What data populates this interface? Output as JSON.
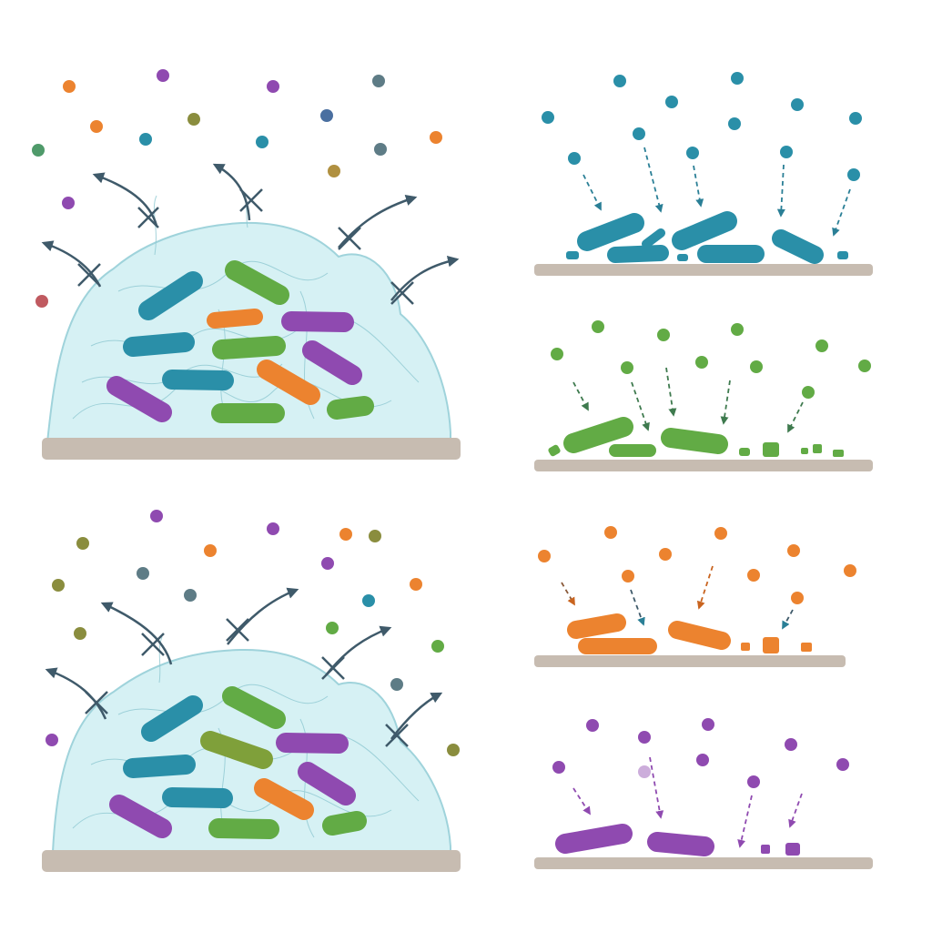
{
  "colors": {
    "teal": "#2a8fa8",
    "green": "#62ab45",
    "orange": "#ec832f",
    "purple": "#8f4ab0",
    "gray_teal": "#5e7c86",
    "olive": "#8a8d3e",
    "surface": "#c7bcb1",
    "matrix_fill": "#cfeef2",
    "matrix_stroke": "#9fd3db",
    "arrow": "#3f5a6a"
  },
  "panels": [
    {
      "id": "biofilm-top",
      "kind": "biofilm"
    },
    {
      "id": "biofilm-bottom",
      "kind": "biofilm"
    },
    {
      "id": "planktonic-teal",
      "kind": "planktonic",
      "color": "teal"
    },
    {
      "id": "planktonic-green",
      "kind": "planktonic",
      "color": "green"
    },
    {
      "id": "planktonic-orange",
      "kind": "planktonic",
      "color": "orange"
    },
    {
      "id": "planktonic-purple",
      "kind": "planktonic",
      "color": "purple"
    }
  ]
}
